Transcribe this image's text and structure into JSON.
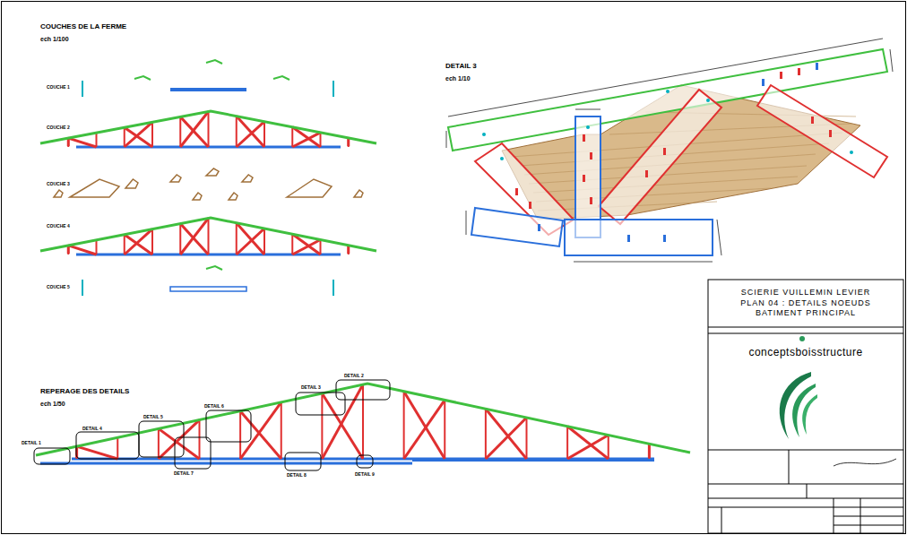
{
  "diagram": {
    "nodes": [
      {
        "text": [
          "SCIERIE VUILLEMIN LEVIER",
          "PLAN 04 : DETAILS NOEUDS",
          "BATIMENT PRINCIPAL"
        ]
      },
      {
        "text": [
          "conceptsboisstructure"
        ]
      }
    ],
    "labels": [
      "COUCHES DE LA FERME",
      "ech 1/100",
      "COUCHE 1",
      "COUCHE 2",
      "COUCHE 3",
      "COUCHE 4",
      "COUCHE 5",
      "DETAIL 3",
      "ech 1/10",
      "REPERAGE DES DETAILS",
      "ech 1/50",
      "DETAIL 1",
      "DETAIL 4",
      "DETAIL 5",
      "DETAIL 6",
      "DETAIL 3",
      "DETAIL 2",
      "DETAIL 7",
      "DETAIL 8",
      "DETAIL 9"
    ]
  }
}
